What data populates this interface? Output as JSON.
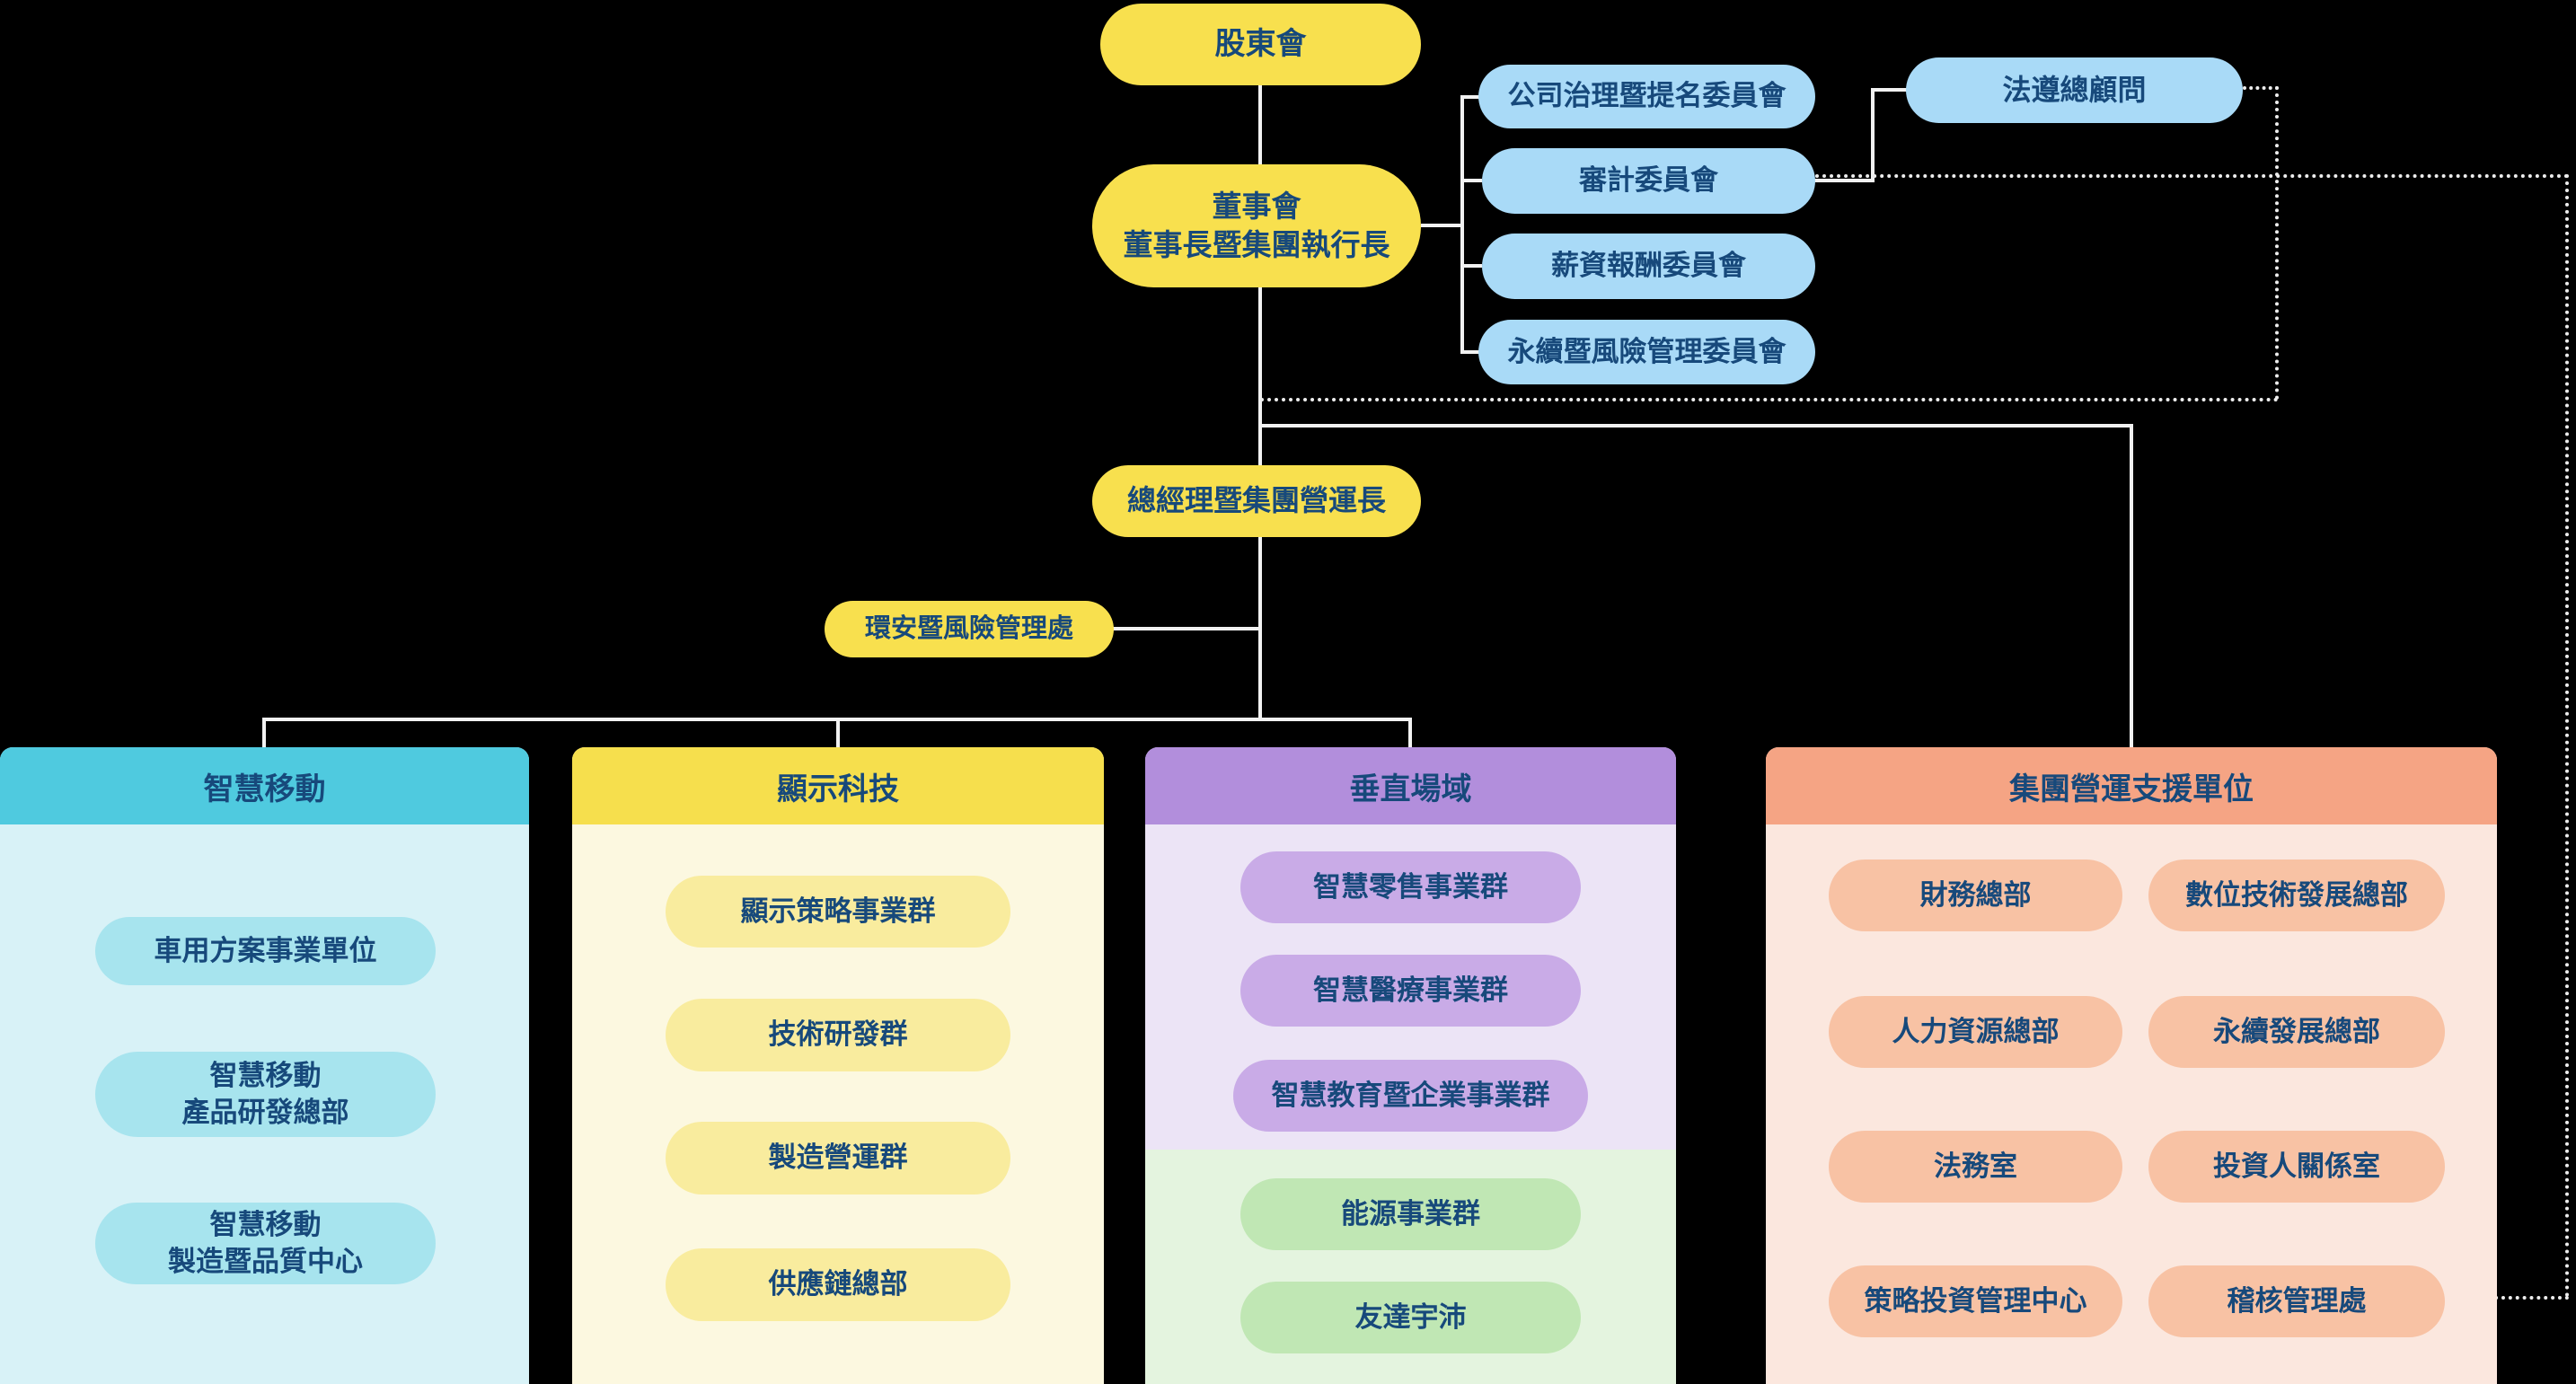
{
  "colors": {
    "background": "#000000",
    "text_navy": "#17497B",
    "connector": "#F2F2F2",
    "yellow_node": "#F8E04E",
    "blue_node": "#A9DAF7",
    "smart_mobility": {
      "header": "#4FCADF",
      "body": "#D8F2F7",
      "pill": "#A7E4EE"
    },
    "display_tech": {
      "header": "#F6DF4D",
      "body": "#FCF8E0",
      "pill": "#F9EC9E"
    },
    "vertical_domains": {
      "header": "#B28EDC",
      "body": "#ECE4F6",
      "pill": "#C9ABE7",
      "green_body": "#E4F4DF",
      "green_pill": "#C0E7B4"
    },
    "support_units": {
      "header": "#F5A484",
      "body": "#FBE7DE",
      "pill": "#F8C2A4"
    }
  },
  "top": {
    "shareholders": "股東會",
    "board": "董事會\n董事長暨集團執行長",
    "general_manager": "總經理暨集團營運長",
    "ehs_division": "環安暨風險管理處",
    "compliance_counsel": "法遵總顧問"
  },
  "committees": [
    {
      "label": "公司治理暨提名委員會"
    },
    {
      "label": "審計委員會"
    },
    {
      "label": "薪資報酬委員會"
    },
    {
      "label": "永續暨風險管理委員會"
    }
  ],
  "groups": [
    {
      "title": "智慧移動",
      "items": [
        "車用方案事業單位",
        "智慧移動\n產品研發總部",
        "智慧移動\n製造暨品質中心"
      ]
    },
    {
      "title": "顯示科技",
      "items": [
        "顯示策略事業群",
        "技術研發群",
        "製造營運群",
        "供應鏈總部"
      ]
    },
    {
      "title": "垂直場域",
      "items": [
        "智慧零售事業群",
        "智慧醫療事業群",
        "智慧教育暨企業事業群"
      ],
      "green_items": [
        "能源事業群",
        "友達宇沛"
      ]
    },
    {
      "title": "集團營運支援單位",
      "left_items": [
        "財務總部",
        "人力資源總部",
        "法務室",
        "策略投資管理中心"
      ],
      "right_items": [
        "數位技術發展總部",
        "永續發展總部",
        "投資人關係室",
        "稽核管理處"
      ]
    }
  ]
}
